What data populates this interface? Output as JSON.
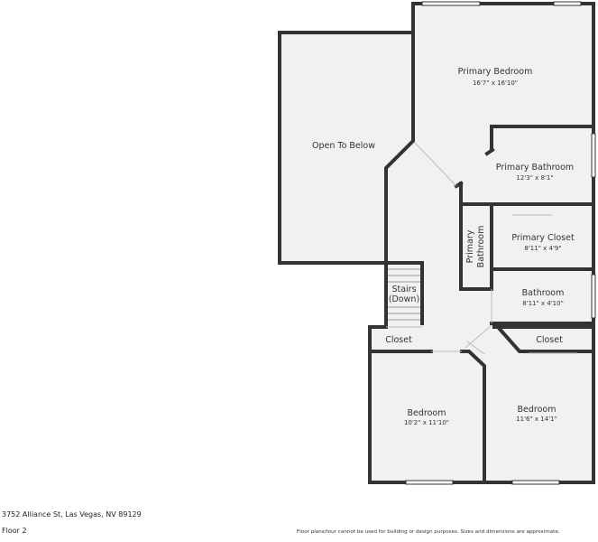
{
  "rooms": {
    "open_to_below": {
      "name": "Open To Below"
    },
    "primary_bedroom": {
      "name": "Primary Bedroom",
      "dims": "16'7\" x 16'10\""
    },
    "primary_bathroom": {
      "name": "Primary Bathroom",
      "dims": "12'3\" x 8'1\""
    },
    "primary_bathroom_small": {
      "line1": "Primary",
      "line2": "Bathroom"
    },
    "primary_closet": {
      "name": "Primary Closet",
      "dims": "8'11\" x 4'9\""
    },
    "bathroom": {
      "name": "Bathroom",
      "dims": "8'11\" x 4'10\""
    },
    "stairs": {
      "line1": "Stairs",
      "line2": "(Down)"
    },
    "closet_left": {
      "name": "Closet"
    },
    "closet_right": {
      "name": "Closet"
    },
    "bedroom_left": {
      "name": "Bedroom",
      "dims": "10'2\" x 11'10\""
    },
    "bedroom_right": {
      "name": "Bedroom",
      "dims": "11'6\" x 14'1\""
    }
  },
  "footer": {
    "address": "3752 Alliance St, Las Vegas, NV 89129",
    "floor": "Floor 2",
    "disclaimer": "Floor plans/tour cannot be used for building or design purposes. Sizes and dimensions are approximate."
  },
  "colors": {
    "wall": "#333333",
    "floor": "#f1f1f1",
    "window": "#ffffff",
    "text": "#333333"
  }
}
